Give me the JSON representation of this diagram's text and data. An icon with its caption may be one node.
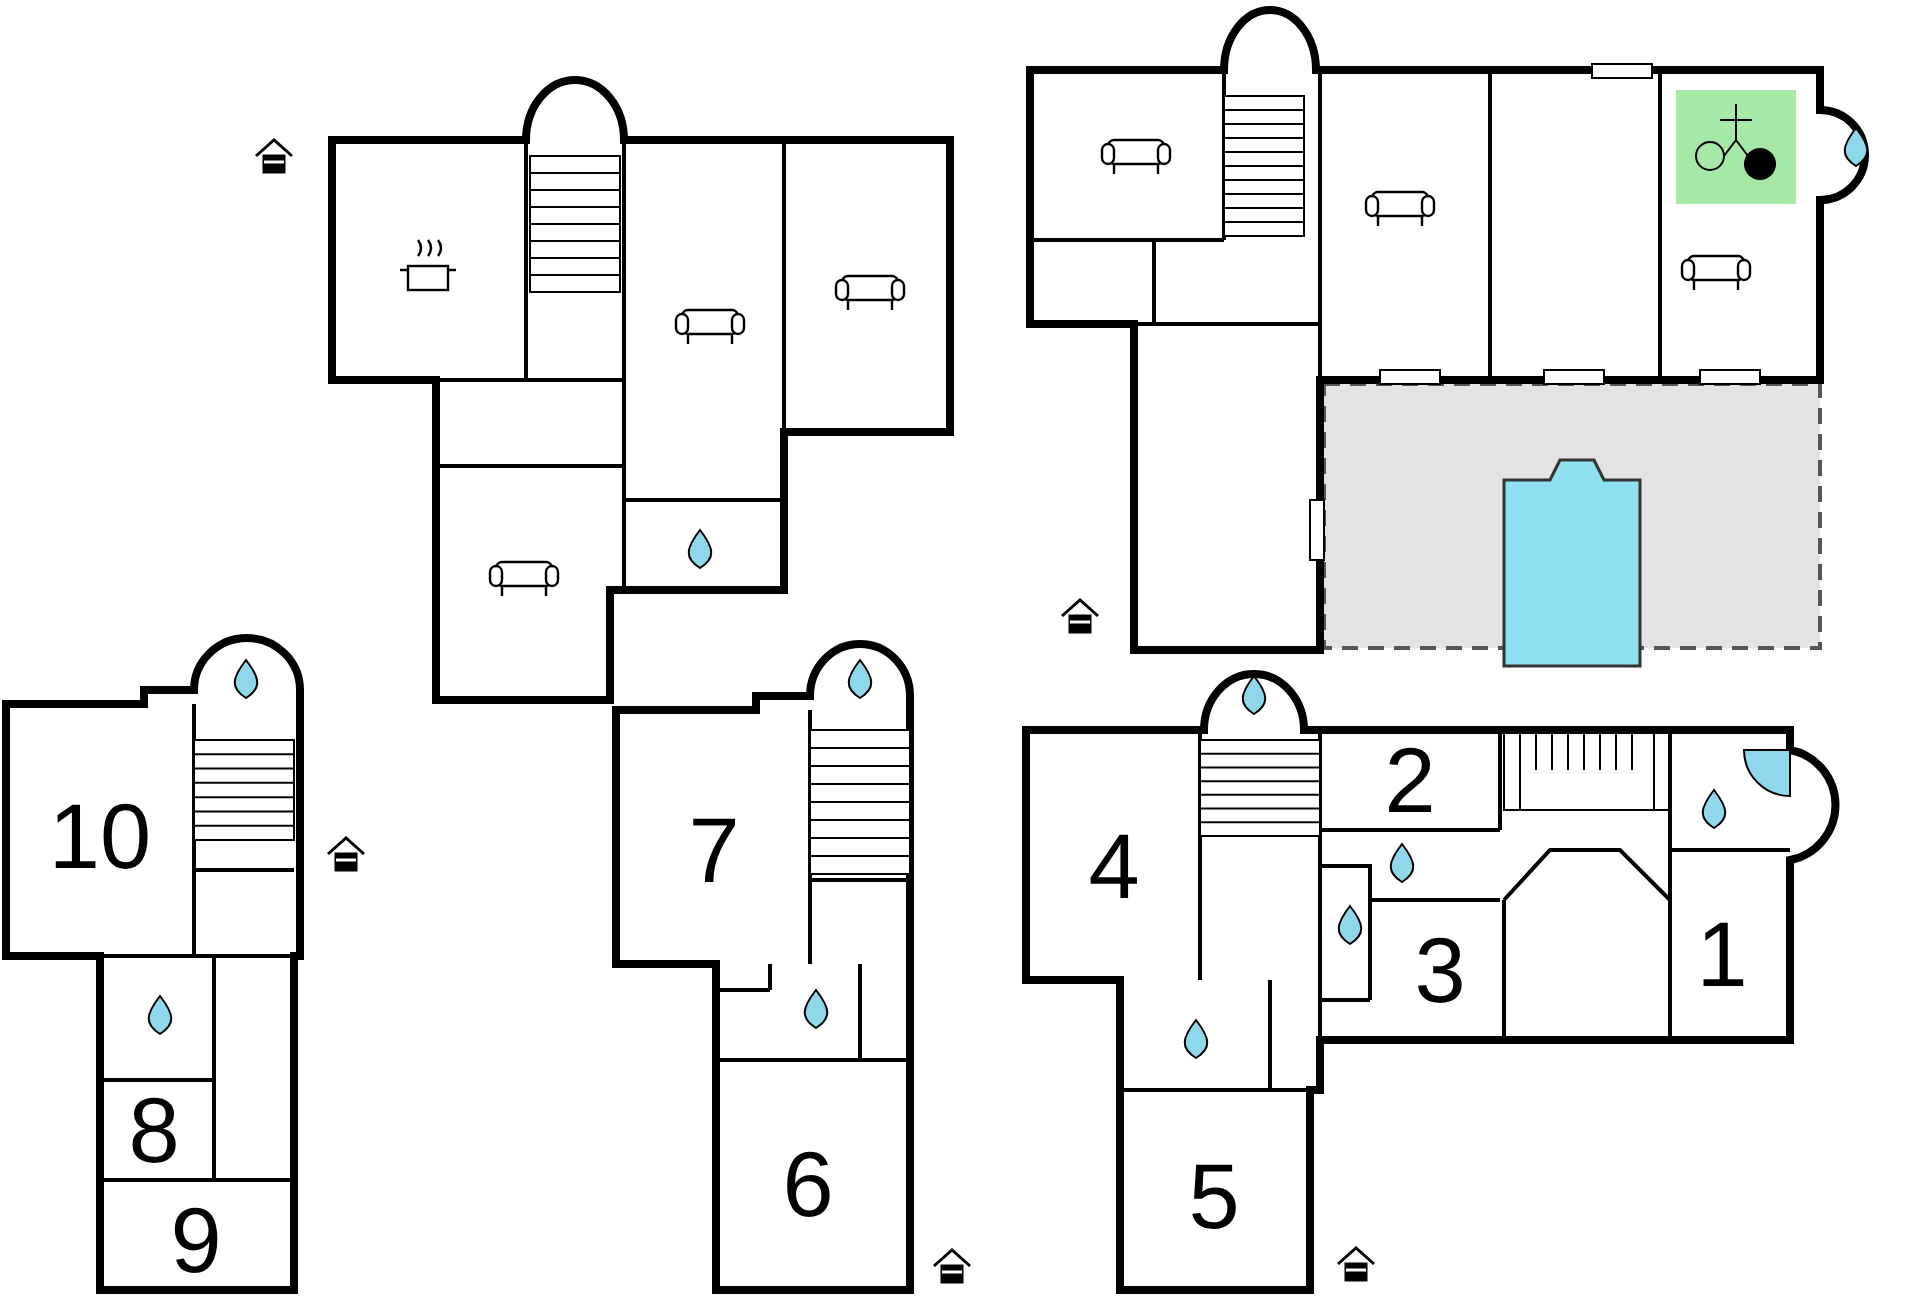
{
  "diagram": {
    "labels": [
      "2",
      "10",
      "7",
      "4",
      "3",
      "1",
      "8",
      "6",
      "5",
      "9"
    ]
  }
}
